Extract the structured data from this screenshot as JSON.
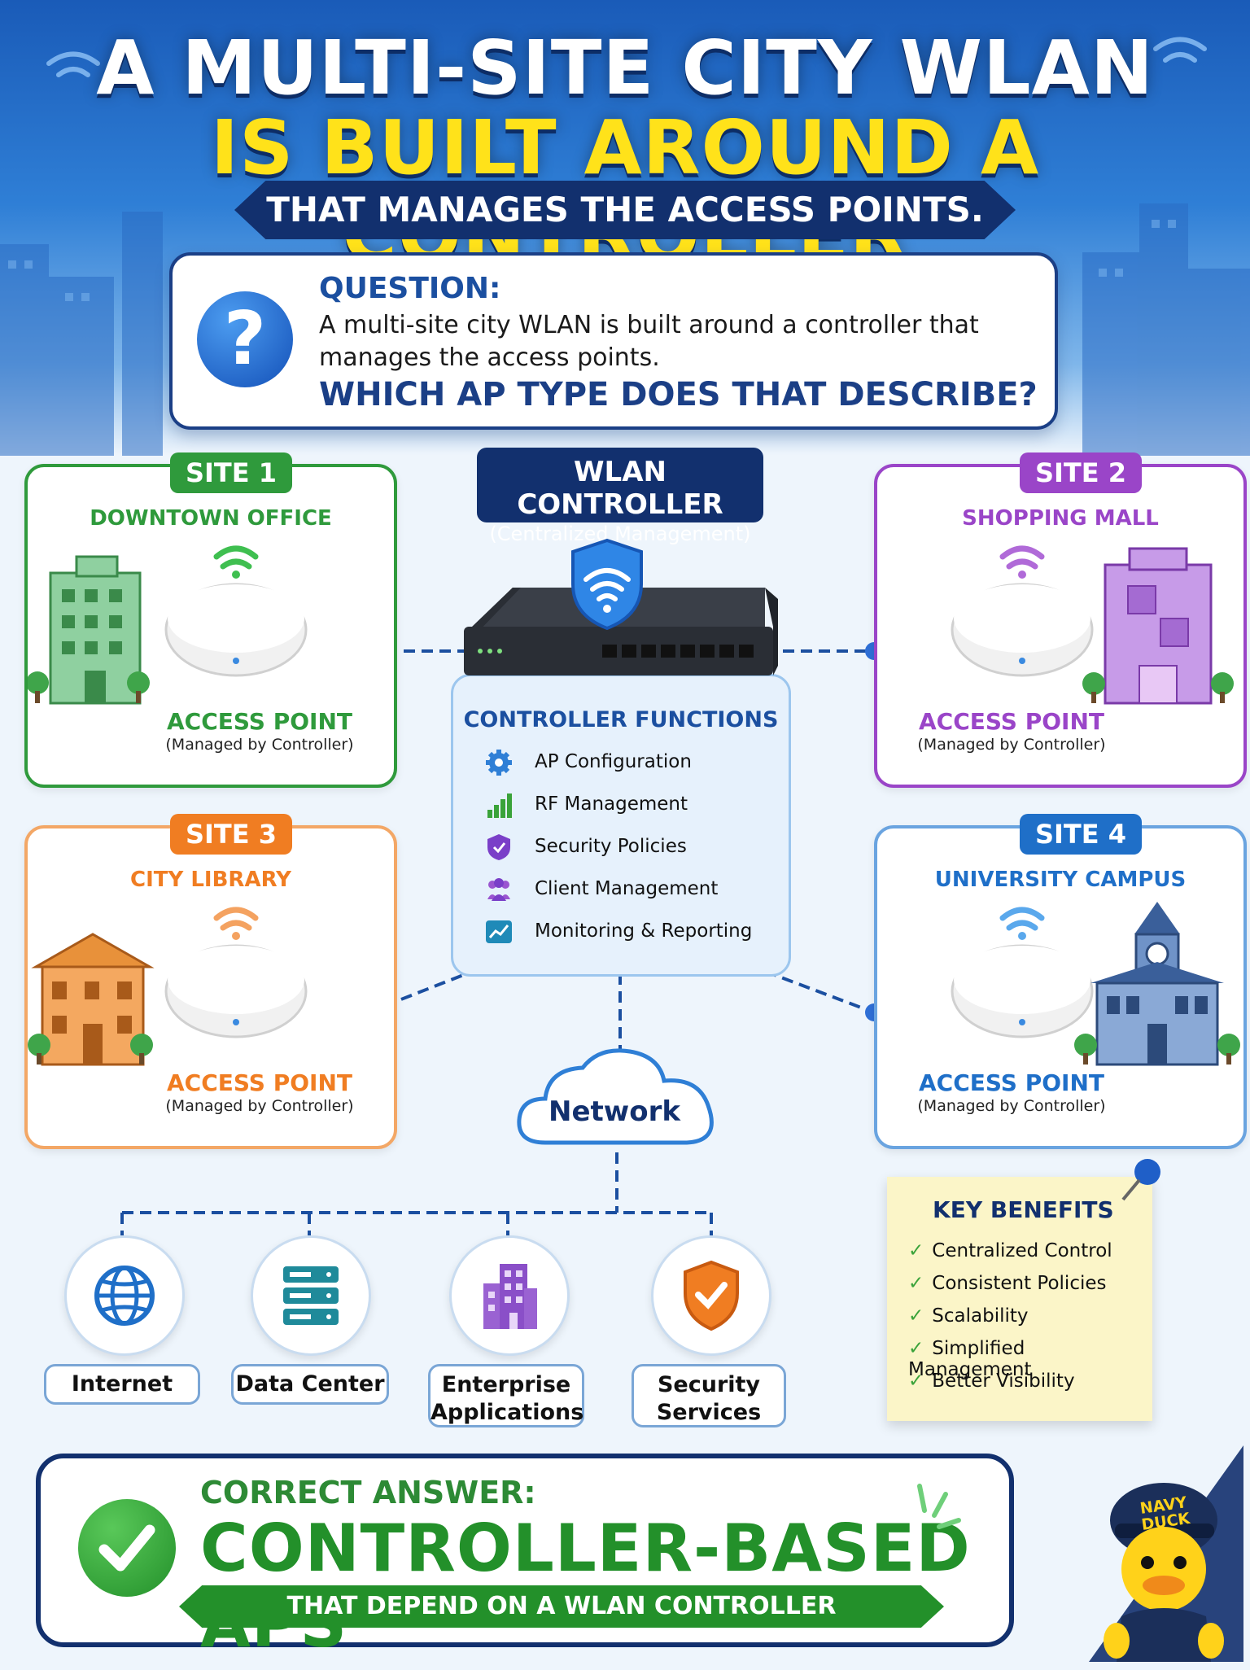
{
  "title": {
    "line1": "A MULTI-SITE CITY WLAN",
    "line2": "IS BUILT AROUND A CONTROLLER",
    "subtitle": "THAT MANAGES THE ACCESS POINTS."
  },
  "question": {
    "label": "QUESTION:",
    "text": "A multi-site city WLAN is built around a controller that manages the access points.",
    "ask": "WHICH AP TYPE DOES THAT DESCRIBE?",
    "icon": "question-mark-icon"
  },
  "controller": {
    "title": "WLAN CONTROLLER",
    "subtitle": "(Centralized Management)",
    "functions_title": "CONTROLLER FUNCTIONS",
    "functions": [
      {
        "label": "AP Configuration",
        "icon": "gear-icon"
      },
      {
        "label": "RF Management",
        "icon": "signal-bars-icon"
      },
      {
        "label": "Security Policies",
        "icon": "shield-icon"
      },
      {
        "label": "Client Management",
        "icon": "users-icon"
      },
      {
        "label": "Monitoring & Reporting",
        "icon": "chart-icon"
      }
    ]
  },
  "sites": [
    {
      "badge": "SITE 1",
      "name": "DOWNTOWN OFFICE",
      "ap_label": "ACCESS POINT",
      "ap_sub": "(Managed by Controller)",
      "color": "#2f9a3c"
    },
    {
      "badge": "SITE 2",
      "name": "SHOPPING MALL",
      "ap_label": "ACCESS POINT",
      "ap_sub": "(Managed by Controller)",
      "color": "#9a45c8"
    },
    {
      "badge": "SITE 3",
      "name": "CITY LIBRARY",
      "ap_label": "ACCESS POINT",
      "ap_sub": "(Managed by Controller)",
      "color": "#f07d22"
    },
    {
      "badge": "SITE 4",
      "name": "UNIVERSITY CAMPUS",
      "ap_label": "ACCESS POINT",
      "ap_sub": "(Managed by Controller)",
      "color": "#1f6fc8"
    }
  ],
  "network": {
    "label": "Network",
    "services": [
      {
        "label": "Internet",
        "icon": "globe-icon"
      },
      {
        "label": "Data Center",
        "icon": "server-icon"
      },
      {
        "label": "Enterprise Applications",
        "icon": "building-icon"
      },
      {
        "label": "Security Services",
        "icon": "security-shield-icon"
      }
    ]
  },
  "benefits": {
    "title": "KEY BENEFITS",
    "items": [
      "Centralized Control",
      "Consistent Policies",
      "Scalability",
      "Simplified Management",
      "Better Visibility"
    ]
  },
  "answer": {
    "label": "CORRECT ANSWER:",
    "main": "CONTROLLER-BASED APS",
    "ribbon": "THAT DEPEND ON A WLAN CONTROLLER ARCHITECTURE."
  },
  "mascot": {
    "cap_text": "NAVY DUCK"
  }
}
